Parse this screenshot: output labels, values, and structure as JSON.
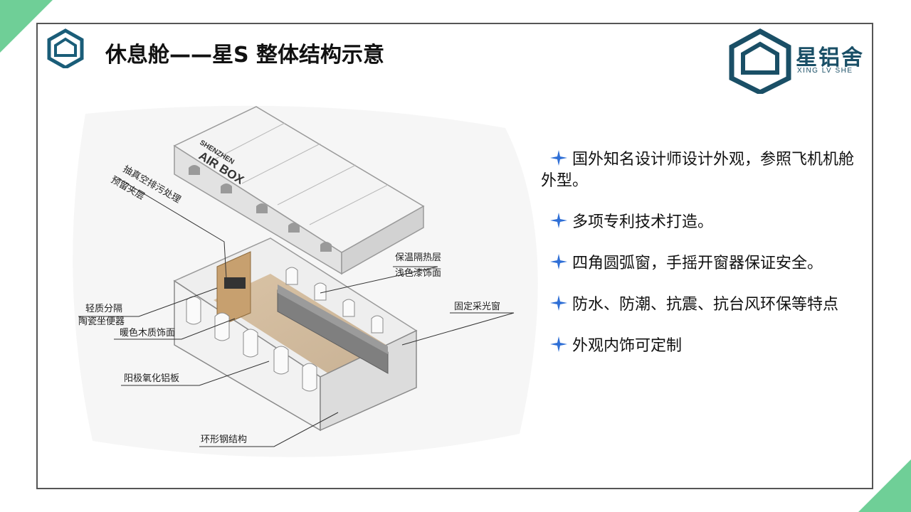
{
  "title": "休息舱——星S 整体结构示意",
  "logo": {
    "cn": "星铝舍",
    "en": "XING LV SHE",
    "color": "#1a4f66"
  },
  "accent_color": "#6fcf97",
  "roof_text": {
    "line1": "SHENZHEN",
    "line2": "AIR BOX"
  },
  "callouts": {
    "vacuum": "抽真空排污处理",
    "reserve": "预留夹层",
    "insulation": "保温隔热层",
    "paint": "浅色漆饰面",
    "partition": "轻质分隔",
    "toilet": "陶瓷坐便器",
    "window": "固定采光窗",
    "wood": "暖色木质饰面",
    "panel": "阳极氧化铝板",
    "steel": "环形钢结构"
  },
  "features": [
    "国外知名设计师设计外观，参照飞机机舱外型。",
    "多项专利技术打造。",
    "四角圆弧窗，手摇开窗器保证安全。",
    "防水、防潮、抗震、抗台风环保等特点",
    "外观内饰可定制"
  ],
  "icons": [
    "house-hexagon-icon",
    "star-bullet-icon"
  ]
}
